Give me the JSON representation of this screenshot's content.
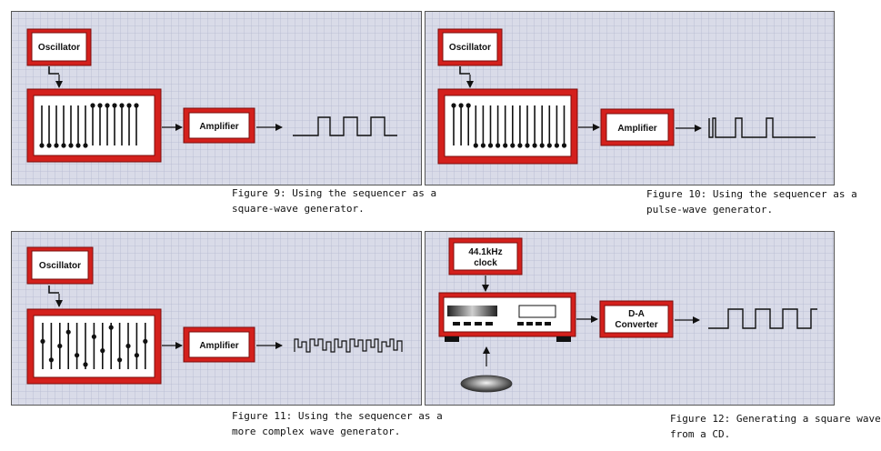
{
  "figures": [
    {
      "id": "fig9",
      "oscillator_label": "Oscillator",
      "amplifier_label": "Amplifier",
      "caption_line1": "Figure 9: Using the sequencer as a",
      "caption_line2": "square-wave generator.",
      "slider_pattern": [
        0,
        0,
        0,
        0,
        0,
        0,
        0,
        1,
        1,
        1,
        1,
        1,
        1,
        1
      ]
    },
    {
      "id": "fig10",
      "oscillator_label": "Oscillator",
      "amplifier_label": "Amplifier",
      "caption_line1": "Figure 10: Using the sequencer as a",
      "caption_line2": "pulse-wave generator.",
      "slider_pattern": [
        1,
        1,
        1,
        0,
        0,
        0,
        0,
        0,
        0,
        0,
        0,
        0,
        0,
        0,
        0,
        0
      ]
    },
    {
      "id": "fig11",
      "oscillator_label": "Oscillator",
      "amplifier_label": "Amplifier",
      "caption_line1": "Figure 11: Using the sequencer as a",
      "caption_line2": "more complex wave generator.",
      "slider_pattern": [
        0.6,
        0.2,
        0.5,
        0.8,
        0.3,
        0.1,
        0.7,
        0.4,
        0.9,
        0.2,
        0.5,
        0.3,
        0.6
      ]
    },
    {
      "id": "fig12",
      "clock_line1": "44.1kHz",
      "clock_line2": "clock",
      "converter_line1": "D-A",
      "converter_line2": "Converter",
      "caption_line1": "Figure 12: Generating a square wave",
      "caption_line2": "from a CD."
    }
  ],
  "colors": {
    "panel_bg": "#d9dbe8",
    "grid": "#b7bbd3",
    "red": "#d4201c",
    "dark_red": "#7a0d0b",
    "box_fill": "#ffffff"
  }
}
